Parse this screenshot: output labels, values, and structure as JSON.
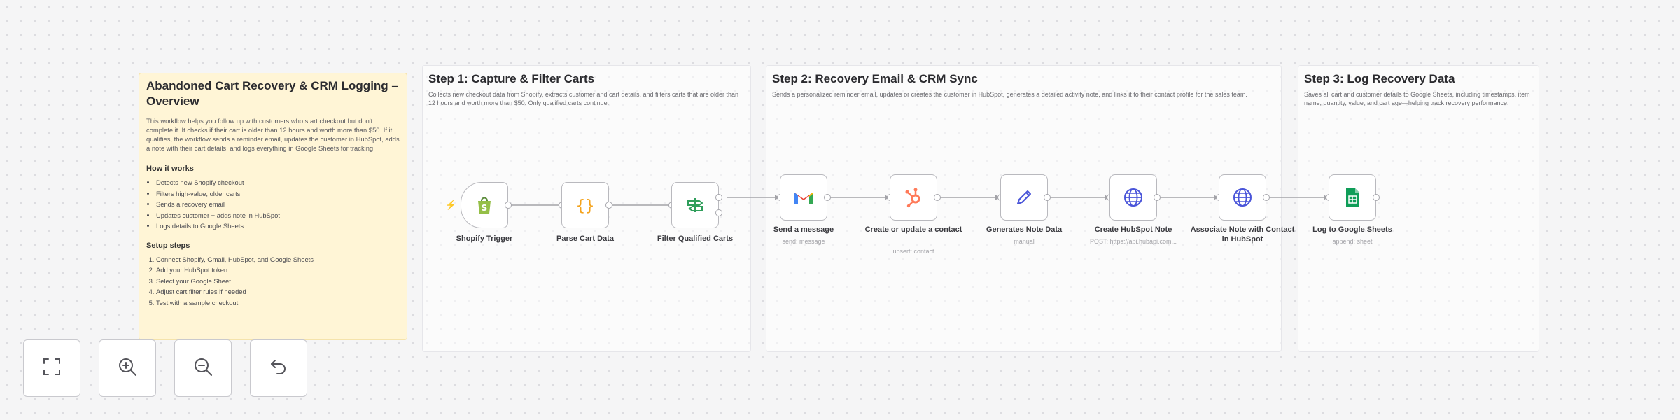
{
  "overview": {
    "title": "Abandoned Cart Recovery & CRM Logging – Overview",
    "description": "This workflow helps you follow up with customers who start checkout but don't complete it. It checks if their cart is older than 12 hours and worth more than $50. If it qualifies, the workflow sends a reminder email, updates the customer in HubSpot, adds a note with their cart details, and logs everything in Google Sheets for tracking.",
    "how_heading": "How it works",
    "how_items": [
      "Detects new Shopify checkout",
      "Filters high-value, older carts",
      "Sends a recovery email",
      "Updates customer + adds note in HubSpot",
      "Logs details to Google Sheets"
    ],
    "setup_heading": "Setup steps",
    "setup_items": [
      "Connect Shopify, Gmail, HubSpot, and Google Sheets",
      "Add your HubSpot token",
      "Select your Google Sheet",
      "Adjust cart filter rules if needed",
      "Test with a sample checkout"
    ]
  },
  "steps": [
    {
      "title": "Step 1: Capture & Filter Carts",
      "description": "Collects new checkout data from Shopify, extracts customer and cart details, and filters carts that are older than 12 hours and worth more than $50. Only qualified carts continue."
    },
    {
      "title": "Step 2: Recovery Email & CRM Sync",
      "description": "Sends a personalized reminder email, updates or creates the customer in HubSpot, generates a detailed activity note, and links it to their contact profile for the sales team."
    },
    {
      "title": "Step 3: Log Recovery Data",
      "description": "Saves all cart and customer details to Google Sheets, including timestamps, item name, quantity, value, and cart age—helping track recovery performance."
    }
  ],
  "nodes": [
    {
      "label": "Shopify Trigger",
      "sublabel": "",
      "icon": "shopify-icon"
    },
    {
      "label": "Parse Cart Data",
      "sublabel": "",
      "icon": "code-braces-icon"
    },
    {
      "label": "Filter Qualified Carts",
      "sublabel": "",
      "icon": "filter-signpost-icon"
    },
    {
      "label": "Send a message",
      "sublabel": "send: message",
      "icon": "gmail-icon"
    },
    {
      "label": "Create or update a contact",
      "sublabel": "upsert: contact",
      "icon": "hubspot-icon"
    },
    {
      "label": "Generates Note Data",
      "sublabel": "manual",
      "icon": "pencil-icon"
    },
    {
      "label": "Create HubSpot Note",
      "sublabel": "POST: https://api.hubapi.com...",
      "icon": "globe-icon"
    },
    {
      "label": "Associate Note with Contact in HubSpot",
      "sublabel": "",
      "icon": "globe-icon"
    },
    {
      "label": "Log to Google Sheets",
      "sublabel": "append: sheet",
      "icon": "google-sheets-icon"
    }
  ],
  "colors": {
    "canvas": "#f5f5f6",
    "sticky_yellow": "#fff5d6",
    "node_border": "#b9b9be",
    "trigger_bolt": "#ff6d5a",
    "shopify": "#95bf47",
    "hubspot": "#ff7a59",
    "http_globe": "#4a55d9",
    "sheets": "#0f9d58",
    "gmail_red": "#ea4335"
  },
  "controls": [
    {
      "name": "zoom-to-fit",
      "icon": "fit-view-icon"
    },
    {
      "name": "zoom-in",
      "icon": "zoom-in-icon"
    },
    {
      "name": "zoom-out",
      "icon": "zoom-out-icon"
    },
    {
      "name": "reset-zoom",
      "icon": "undo-icon"
    }
  ]
}
